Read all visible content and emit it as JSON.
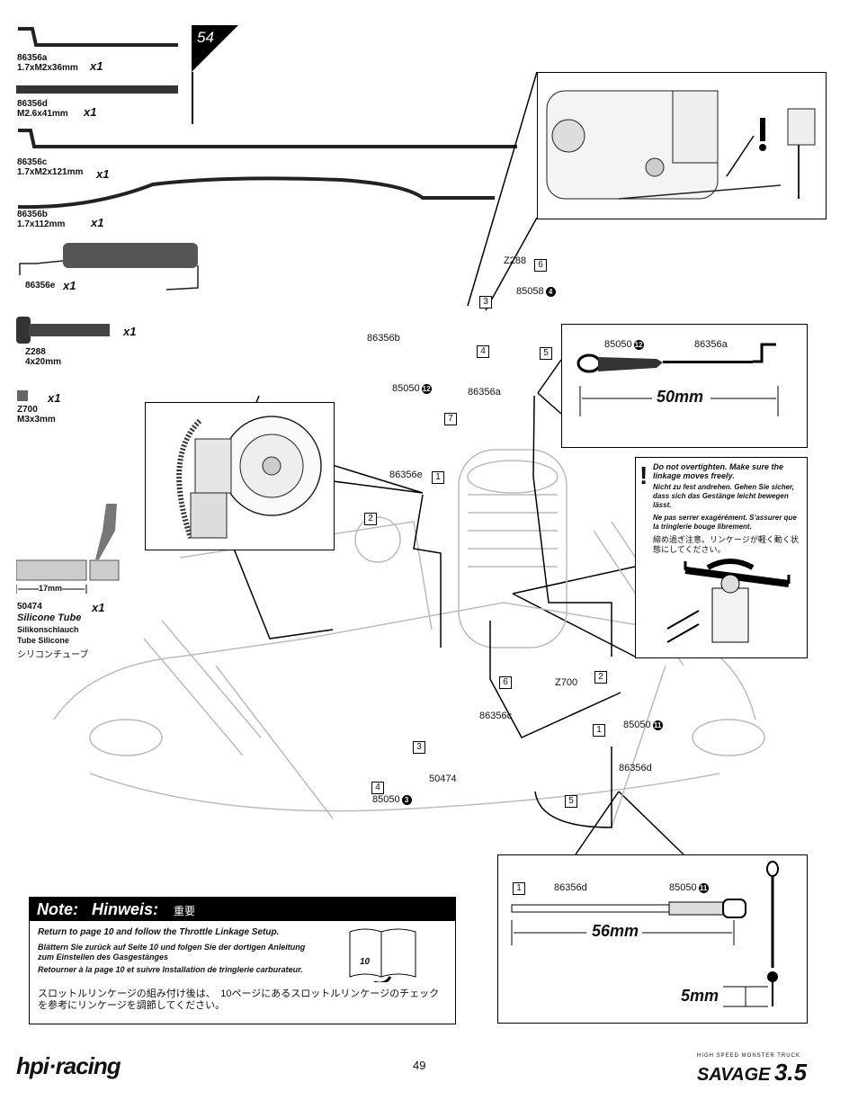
{
  "step_number": "54",
  "parts": [
    {
      "code": "86356a",
      "spec": "1.7xM2x36mm",
      "qty": "x1"
    },
    {
      "code": "86356d",
      "spec": "M2.6x41mm",
      "qty": "x1"
    },
    {
      "code": "86356c",
      "spec": "1.7xM2x121mm",
      "qty": "x1"
    },
    {
      "code": "86356b",
      "spec": "1.7x112mm",
      "qty": "x1"
    },
    {
      "code": "86356e",
      "spec": "",
      "qty": "x1"
    },
    {
      "code": "Z288",
      "spec": "4x20mm",
      "qty": "x1"
    },
    {
      "code": "Z700",
      "spec": "M3x3mm",
      "qty": "x1"
    }
  ],
  "silicone": {
    "code": "50474",
    "qty": "x1",
    "length": "17mm",
    "name_en": "Silicone Tube",
    "name_de": "Silikonschlauch",
    "name_fr": "Tube Silicone",
    "name_jp": "シリコンチューブ"
  },
  "diagram_labels": {
    "z288": "Z288",
    "n6a": "6",
    "b85058": "85058",
    "c4": "4",
    "n3a": "3",
    "n4a": "4",
    "n5a": "5",
    "p86356b": "86356b",
    "p85050a": "85050",
    "c12a": "12",
    "p86356a": "86356a",
    "n7": "7",
    "p86356e": "86356e",
    "n1a": "1",
    "n2a": "2",
    "n6b": "6",
    "z700": "Z700",
    "n2b": "2",
    "p86356c": "86356c",
    "n1b": "1",
    "p85050b": "85050",
    "c11a": "11",
    "p86356d": "86356d",
    "n3b": "3",
    "p50474": "50474",
    "n4b": "4",
    "p85050c": "85050",
    "c3": "3",
    "n5b": "5"
  },
  "detail_50": {
    "part_a": "85050",
    "circle": "12",
    "part_b": "86356a",
    "measure": "50mm"
  },
  "warning": {
    "en": "Do not overtighten. Make sure the linkage moves freely.",
    "de": "Nicht zu fest andrehen. Gehen Sie sicher, dass sich das Gestänge leicht bewegen lässt.",
    "fr": "Ne pas serrer exagérément. S'assurer que la tringlerie bouge librement.",
    "jp": "締め過ぎ注意。リンケージが軽く動く状態にしてください。"
  },
  "detail_56": {
    "step": "1",
    "part_a": "86356d",
    "part_b": "85050",
    "circle": "11",
    "measure": "56mm",
    "measure_b": "5mm"
  },
  "note": {
    "title_en": "Note:",
    "title_de": "Hinweis:",
    "title_jp": "重要",
    "en": "Return to page 10 and follow the Throttle Linkage Setup.",
    "de": "Blättern Sie zurück auf Seite 10 und folgen Sie der dortigen Anleitung zum Einstellen des Gasgestänges",
    "fr": "Retourner à la page 10 et suivre Installation de tringlerie carburateur.",
    "jp": "スロットルリンケージの組み付け後は、　10ページにあるスロットルリンケージのチェックを参考にリンケージを調節してください。",
    "book_page": "10"
  },
  "footer": {
    "brand_left": "hpi·racing",
    "page_number": "49",
    "brand_right_small": "HIGH SPEED MONSTER TRUCK",
    "brand_right": "SAVAGE",
    "brand_right_num": "3.5"
  }
}
